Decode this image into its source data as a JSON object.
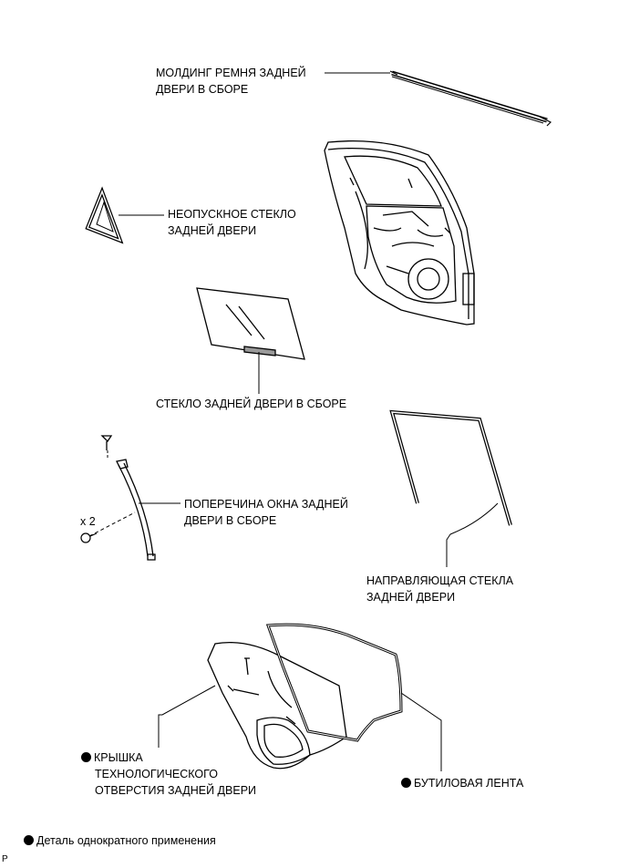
{
  "labels": {
    "belt_molding": [
      "МОЛДИНГ РЕМНЯ ЗАДНЕЙ",
      "ДВЕРИ В СБОРЕ"
    ],
    "quarter_glass": [
      "НЕОПУСКНОЕ СТЕКЛО",
      "ЗАДНЕЙ ДВЕРИ"
    ],
    "door_glass": "СТЕКЛО ЗАДНЕЙ ДВЕРИ В СБОРЕ",
    "division_bar": [
      "ПОПЕРЕЧИНА ОКНА ЗАДНЕЙ",
      "ДВЕРИ В СБОРЕ"
    ],
    "bolt_qty": "x 2",
    "run_channel": [
      "НАПРАВЛЯЮЩАЯ СТЕКЛА",
      "ЗАДНЕЙ ДВЕРИ"
    ],
    "service_hole_cover": [
      "КРЫШКА",
      "ТЕХНОЛОГИЧЕСКОГО",
      "ОТВЕРСТИЯ ЗАДНЕЙ ДВЕРИ"
    ],
    "butyl_tape": "БУТИЛОВАЯ ЛЕНТА"
  },
  "legend": "Деталь однократного применения",
  "corner_mark": "P"
}
